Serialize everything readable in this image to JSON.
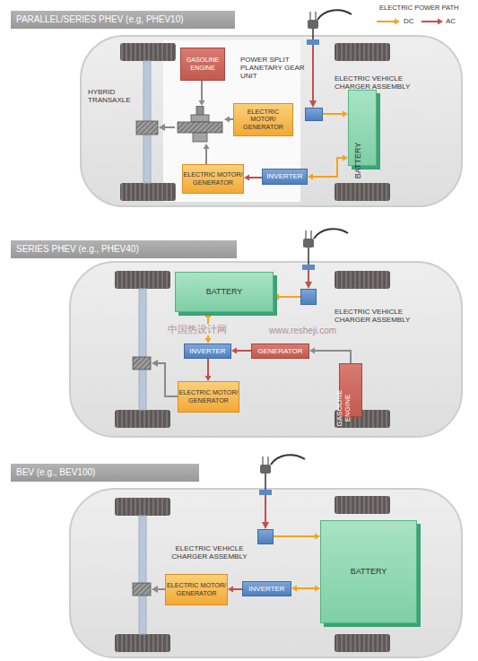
{
  "diagram": {
    "nodes": [
      {
        "text": [
          "PARALLEL/SERIES PHEV (e.g, PHEV10)"
        ]
      },
      {
        "text": [
          "GASOLINE ENGINE"
        ]
      },
      {
        "text": [
          "POWER SPLIT PLANETARY GEAR UNIT"
        ]
      },
      {
        "text": [
          "ELECTRIC VEHICLE CHARGER ASSEMBLY"
        ]
      },
      {
        "text": [
          "ELECTRIC MOTOR/ GENERATOR"
        ]
      },
      {
        "text": [
          "BATTERY"
        ]
      },
      {
        "text": [
          "ELECTRIC MOTOR/ GENERATOR"
        ]
      },
      {
        "text": [
          "INVERTER"
        ]
      },
      {
        "text": [
          "SERIES PHEV (e.g., PHEV40)"
        ]
      },
      {
        "text": [
          "BATTERY"
        ]
      },
      {
        "text": [
          "ELECTRIC VEHICLE CHARGER ASSEMBLY"
        ]
      },
      {
        "text": [
          "INVERTER"
        ]
      },
      {
        "text": [
          "GENERATOR"
        ]
      },
      {
        "text": [
          "GASOLINE ENGINE"
        ]
      },
      {
        "text": [
          "ELECTRIC MOTOR/ GENERATOR"
        ]
      },
      {
        "text": [
          "BEV (e.g., BEV100)"
        ]
      },
      {
        "text": [
          "ELECTRIC VEHICLE CHARGER ASSEMBLY"
        ]
      },
      {
        "text": [
          "BATTERY"
        ]
      },
      {
        "text": [
          "ELECTRIC MOTOR/ GENERATOR"
        ]
      },
      {
        "text": [
          "INVERTER"
        ]
      }
    ],
    "edges": [
      {
        "from": 1,
        "to": 2,
        "arrow": "to"
      },
      {
        "from": 4,
        "to": 2,
        "arrow": "to"
      },
      {
        "from": 6,
        "to": 2,
        "arrow": "to"
      },
      {
        "from": 3,
        "to": 5,
        "arrow": "to"
      },
      {
        "from": 5,
        "to": 7,
        "arrow": "both"
      },
      {
        "from": 7,
        "to": 6,
        "arrow": "to"
      },
      {
        "from": 10,
        "to": 9,
        "arrow": "to"
      },
      {
        "from": 9,
        "to": 11,
        "arrow": "both"
      },
      {
        "from": 12,
        "to": 11,
        "arrow": "to"
      },
      {
        "from": 13,
        "to": 12,
        "arrow": "to"
      },
      {
        "from": 11,
        "to": 14,
        "arrow": "to"
      },
      {
        "from": 16,
        "to": 17,
        "arrow": "to"
      },
      {
        "from": 17,
        "to": 19,
        "arrow": "both"
      },
      {
        "from": 19,
        "to": 18,
        "arrow": "to"
      }
    ],
    "labels": [
      "ELECTRIC POWER PATH",
      "HYBRID TRANSAXLE",
      "中国热设计网",
      "www.resheji.com"
    ],
    "legend": [
      {
        "text": "DC"
      },
      {
        "text": "AC"
      }
    ]
  }
}
